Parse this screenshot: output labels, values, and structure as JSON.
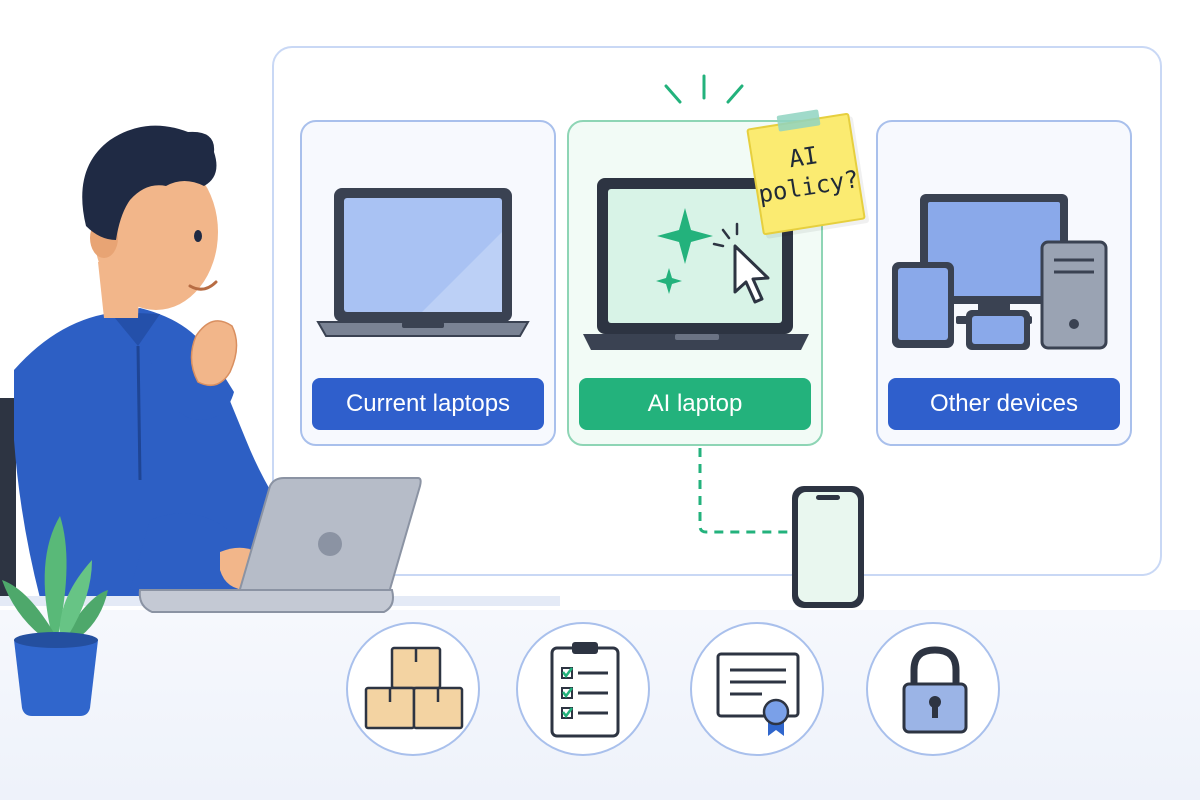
{
  "cards": {
    "current_laptops": {
      "label": "Current laptops"
    },
    "ai_laptop": {
      "label": "AI laptop"
    },
    "other_devices": {
      "label": "Other devices"
    }
  },
  "sticky_note": {
    "line1": "AI",
    "line2": "policy?"
  },
  "bottom_icons": [
    "boxes-icon",
    "checklist-icon",
    "certificate-icon",
    "padlock-icon"
  ],
  "colors": {
    "primary_blue": "#2f5fcc",
    "ai_green": "#23b27c",
    "panel_border": "#c9d8f5",
    "note_yellow": "#fbeb71"
  }
}
